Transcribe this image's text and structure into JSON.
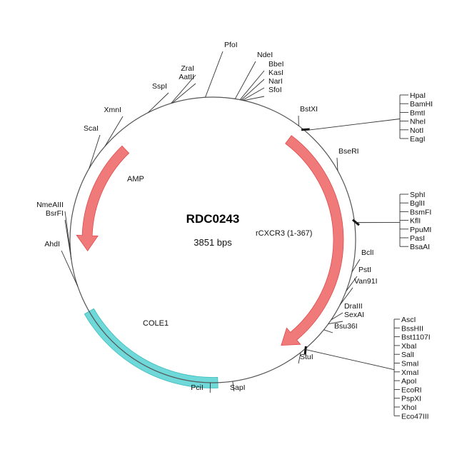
{
  "plasmid": {
    "name": "RDC0243",
    "size_label": "3851 bps",
    "colors": {
      "backbone": "#555555",
      "gene": "#f07a7a",
      "gene_stroke": "#e04a4a",
      "origin": "#6fd8d8",
      "origin_stroke": "#3fbcbc"
    }
  },
  "features": [
    {
      "name": "AMP",
      "type": "gene-arrow",
      "start_deg": 316,
      "end_deg": 265,
      "direction": "ccw"
    },
    {
      "name": "rCXCR3 (1-367)",
      "type": "gene-arrow",
      "start_deg": 37,
      "end_deg": 147,
      "direction": "cw"
    },
    {
      "name": "COLE1",
      "type": "origin-block",
      "start_deg": 178,
      "end_deg": 240
    }
  ],
  "sites": [
    {
      "label": "PfoI",
      "deg": 357
    },
    {
      "label": "NdeI",
      "deg": 9
    },
    {
      "label": "BbeI",
      "deg": 11
    },
    {
      "label": "KasI",
      "deg": 11.5
    },
    {
      "label": "NarI",
      "deg": 12
    },
    {
      "label": "SfoI",
      "deg": 12.5
    },
    {
      "label": "ZraI",
      "deg": 343
    },
    {
      "label": "AatII",
      "deg": 343.5
    },
    {
      "label": "SspI",
      "deg": 333
    },
    {
      "label": "XmnI",
      "deg": 311
    },
    {
      "label": "ScaI",
      "deg": 300
    },
    {
      "label": "NmeAIII",
      "deg": 264
    },
    {
      "label": "BsrFI",
      "deg": 262
    },
    {
      "label": "AhdI",
      "deg": 251
    },
    {
      "label": "PciI",
      "deg": 181
    },
    {
      "label": "SapI",
      "deg": 172
    },
    {
      "label": "BstXI",
      "deg": 37
    },
    {
      "label": "BseRI",
      "deg": 61
    },
    {
      "label": "BclI",
      "deg": 103
    },
    {
      "label": "PstI",
      "deg": 111
    },
    {
      "label": "Van91I",
      "deg": 117
    },
    {
      "label": "DraIII",
      "deg": 124
    },
    {
      "label": "SexAI",
      "deg": 126
    },
    {
      "label": "Bsu36I",
      "deg": 129
    },
    {
      "label": "StuI",
      "deg": 142
    }
  ],
  "clusters": [
    {
      "deg": 40,
      "labels": [
        "HpaI",
        "BamHI",
        "BmtI",
        "NheI",
        "NotI",
        "EagI"
      ]
    },
    {
      "deg": 83,
      "labels": [
        "SphI",
        "BglII",
        "BsmFI",
        "KflI",
        "PpuMI",
        "PasI",
        "BsaAI"
      ]
    },
    {
      "deg": 140,
      "labels": [
        "AscI",
        "BssHII",
        "Bst1107I",
        "XbaI",
        "SalI",
        "SmaI",
        "XmaI",
        "ApoI",
        "EcoRI",
        "PspXI",
        "XhoI",
        "Eco47III"
      ]
    }
  ]
}
